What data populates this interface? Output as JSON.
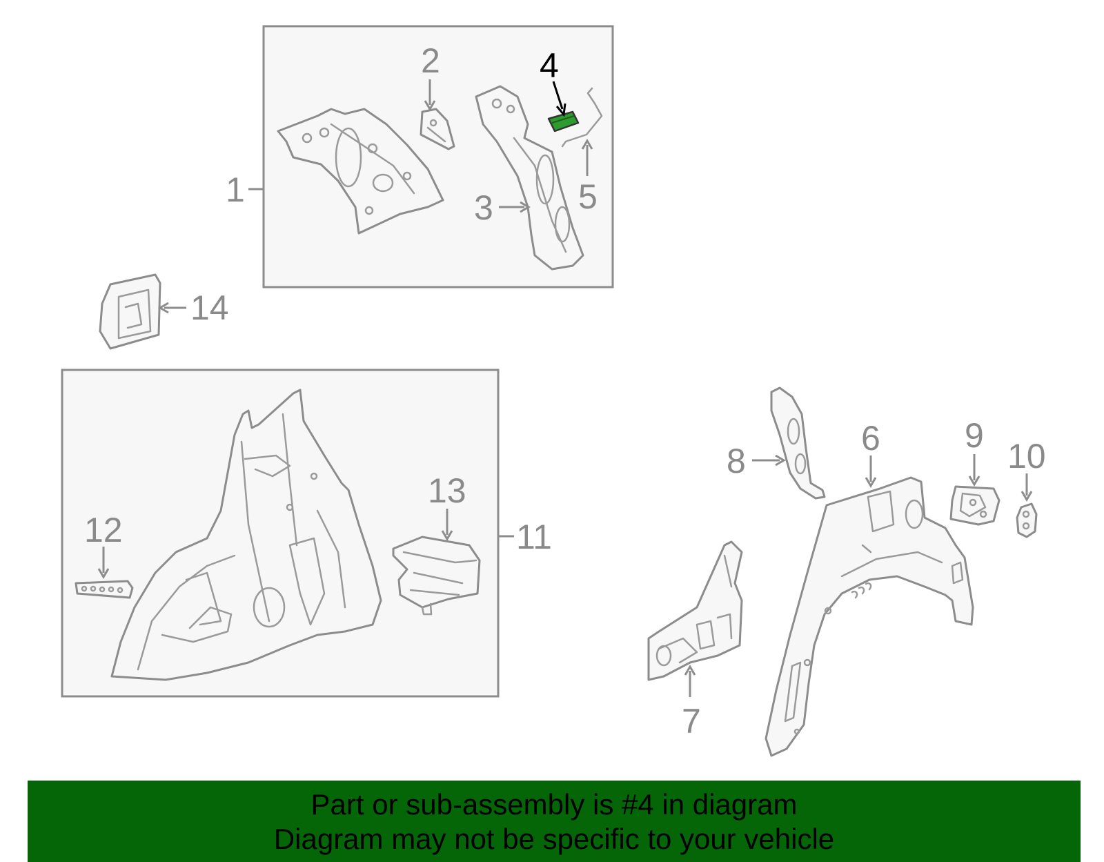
{
  "colors": {
    "banner_bg": "#056608",
    "highlight_part": "#2e9b2e",
    "line_gray": "#8c8c8c",
    "box_fill": "#f7f7f7"
  },
  "callouts": {
    "c1": "1",
    "c2": "2",
    "c3": "3",
    "c4": "4",
    "c5": "5",
    "c6": "6",
    "c7": "7",
    "c8": "8",
    "c9": "9",
    "c10": "10",
    "c11": "11",
    "c12": "12",
    "c13": "13",
    "c14": "14"
  },
  "highlighted_part": "4",
  "banner": {
    "line1": "Part or sub-assembly is #4 in diagram",
    "line2": "Diagram may not be specific to your vehicle"
  }
}
